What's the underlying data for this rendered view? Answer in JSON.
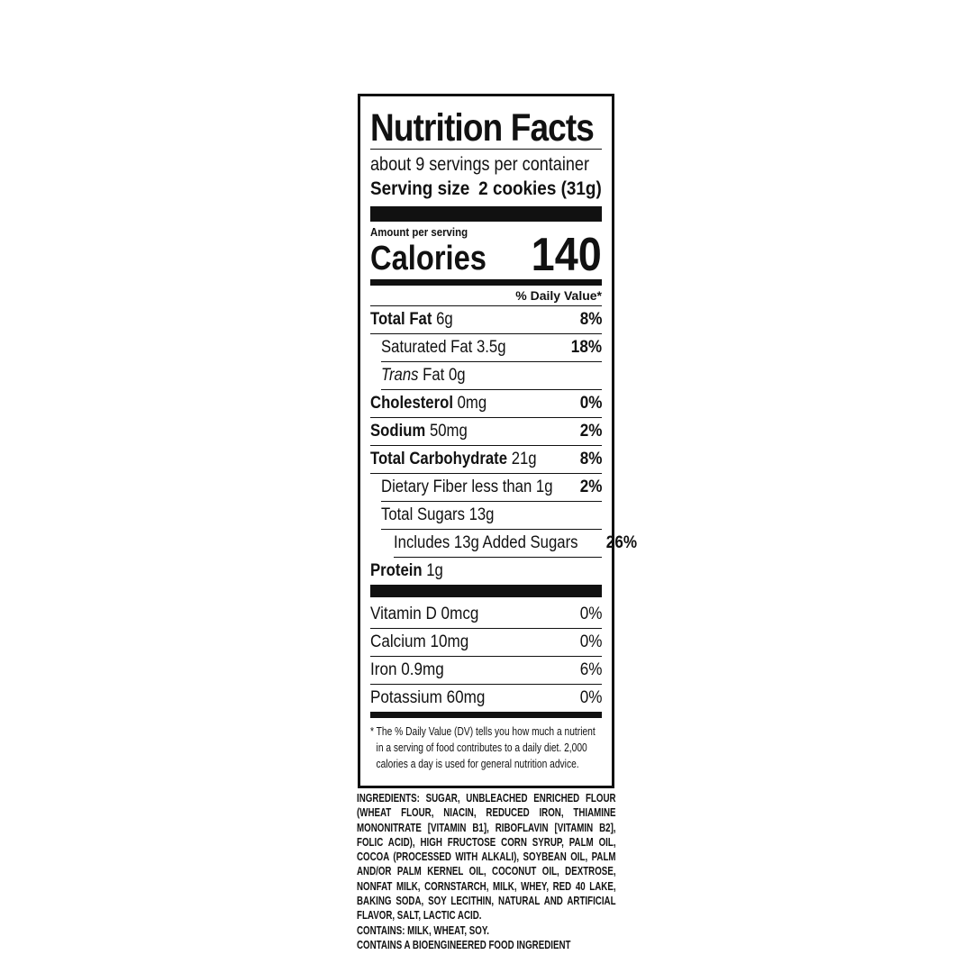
{
  "label": {
    "title": "Nutrition Facts",
    "servings_per_container": "about 9 servings per container",
    "serving_size_label": "Serving size",
    "serving_size_value": "2 cookies (31g)",
    "amount_per_serving": "Amount per serving",
    "calories_label": "Calories",
    "calories_value": "140",
    "daily_value_header": "% Daily Value*",
    "nutrients": [
      {
        "name": "Total Fat",
        "amount": "6g",
        "dv": "8%"
      },
      {
        "name": "Saturated Fat 3.5g",
        "dv": "18%"
      },
      {
        "name_italic": "Trans",
        "name_rest": " Fat 0g",
        "dv": ""
      },
      {
        "name": "Cholesterol",
        "amount": "0mg",
        "dv": "0%"
      },
      {
        "name": "Sodium",
        "amount": "50mg",
        "dv": "2%"
      },
      {
        "name": "Total Carbohydrate",
        "amount": "21g",
        "dv": "8%"
      },
      {
        "name": "Dietary Fiber less than 1g",
        "dv": "2%"
      },
      {
        "name": "Total Sugars 13g",
        "dv": ""
      },
      {
        "name": "Includes 13g Added Sugars",
        "dv": "26%"
      },
      {
        "name": "Protein",
        "amount": "1g",
        "dv": ""
      }
    ],
    "vitamins": [
      {
        "name": "Vitamin D 0mcg",
        "dv": "0%"
      },
      {
        "name": "Calcium 10mg",
        "dv": "0%"
      },
      {
        "name": "Iron 0.9mg",
        "dv": "6%"
      },
      {
        "name": "Potassium 60mg",
        "dv": "0%"
      }
    ],
    "footnote": "* The % Daily Value (DV) tells you how much a nutrient in a serving of food contributes to a daily diet. 2,000 calories a day is used for general nutrition advice."
  },
  "ingredients": {
    "heading": "INGREDIENTS:",
    "text": " SUGAR, UNBLEACHED ENRICHED FLOUR (WHEAT FLOUR, NIACIN, REDUCED IRON, THIAMINE MONONITRATE [VITAMIN B1], RIBOFLAVIN [VITAMIN B2], FOLIC ACID), HIGH FRUCTOSE CORN SYRUP, PALM OIL, COCOA (PROCESSED WITH ALKALI), SOYBEAN OIL, PALM AND/OR PALM KERNEL OIL, COCONUT OIL, DEXTROSE, NONFAT MILK, CORNSTARCH, MILK, WHEY, RED 40 LAKE, BAKING SODA, SOY LECITHIN, NATURAL AND ARTIFICIAL FLAVOR, SALT, LACTIC ACID.",
    "contains": "CONTAINS: MILK, WHEAT, SOY.",
    "bioengineered": "CONTAINS A BIOENGINEERED FOOD INGREDIENT"
  }
}
